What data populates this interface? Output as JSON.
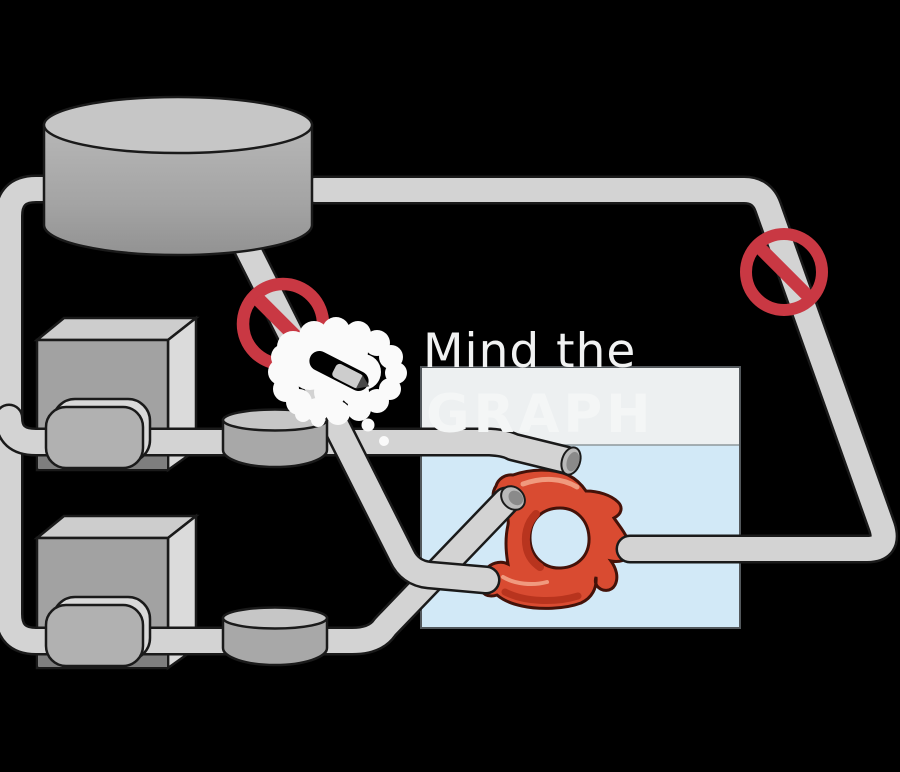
{
  "watermark": {
    "line1": "Mind the",
    "line2": "GRAPH"
  },
  "colors": {
    "background": "#000000",
    "pipe_fill": "#d3d3d3",
    "outline": "#1a1a1a",
    "reservoir_top": "#c6c6c6",
    "reservoir_side_light": "#b7b7b7",
    "reservoir_side_dark": "#929292",
    "box_front": "#a2a2a2",
    "box_top": "#cdcdcd",
    "box_side": "#dbdbdb",
    "connector": "#b1b1b1",
    "connector_plate": "#d9d9d9",
    "connector_shadow": "#7e7e7e",
    "valve_top": "#c6c6c6",
    "valve_side": "#a8a8a8",
    "bath_rim": "#edf0f1",
    "bath_water": "#d2e9f7",
    "bath_border": "#53585c",
    "waterline": "#8e979c",
    "aorta": "#d94b31",
    "aorta_shade": "#b8341e",
    "aorta_highlight": "#f09a7e",
    "aorta_outline": "#441209",
    "sign_red": "#c93843",
    "cloud": "#fafafa",
    "lumen": "#8a8a8a",
    "tube_rim": "#b9b9b9",
    "watermark": "#f1f2f2",
    "watermark_graph": "#f4f6f6"
  },
  "scene": {
    "type": "scientific-illustration",
    "components": [
      "reservoir-tank",
      "pump-box-upper",
      "pump-box-lower",
      "roller-valve-upper",
      "roller-valve-lower",
      "water-bath",
      "aorta",
      "prohibition-icon-left",
      "prohibition-icon-right",
      "air-cloud-icon",
      "air-bubbles",
      "tubing-circuit"
    ]
  }
}
